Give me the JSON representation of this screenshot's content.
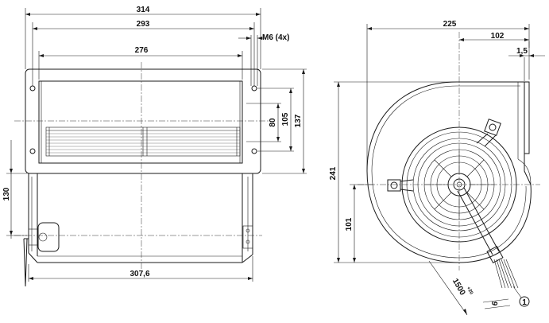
{
  "front_view": {
    "dim_overall_width": "314",
    "dim_hole_spacing": "293",
    "dim_outlet_width": "276",
    "dim_bolt": "M6 (4x)",
    "dim_flange_height": "137",
    "dim_hole_height": "105",
    "dim_outlet_height": "80",
    "dim_body_height": "130",
    "dim_total_length": "307,6"
  },
  "side_view": {
    "dim_width": "225",
    "dim_offset": "102",
    "dim_flange_thickness": "1,5",
    "dim_height": "241",
    "dim_axis_height": "101",
    "dim_cable_length": "1500",
    "dim_cable_tolerance": "+20",
    "dim_cable_strip": "6",
    "callout": "1"
  }
}
